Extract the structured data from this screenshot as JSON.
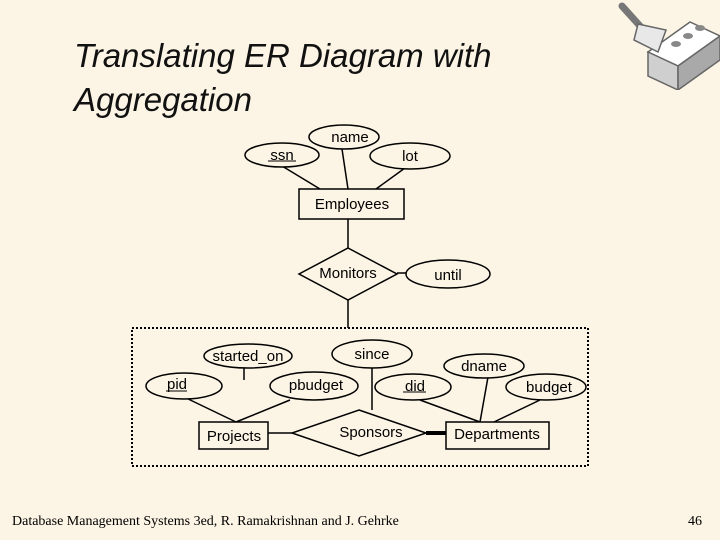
{
  "slide": {
    "title": "Translating ER Diagram with Aggregation",
    "footer": "Database Management Systems 3ed,  R. Ramakrishnan and J. Gehrke",
    "page_number": "46"
  },
  "diagram": {
    "entities": {
      "employees": "Employees",
      "projects": "Projects",
      "departments": "Departments"
    },
    "relationships": {
      "monitors": "Monitors",
      "sponsors": "Sponsors"
    },
    "attributes": {
      "ssn": "ssn",
      "name": "name",
      "lot": "lot",
      "until": "until",
      "started_on": "started_on",
      "since": "since",
      "pid": "pid",
      "pbudget": "pbudget",
      "did": "did",
      "dname": "dname",
      "budget": "budget"
    }
  },
  "colors": {
    "background": "#fcf4e4",
    "ink": "#000000"
  },
  "icons": {
    "logo": "trowel-brick-icon"
  }
}
